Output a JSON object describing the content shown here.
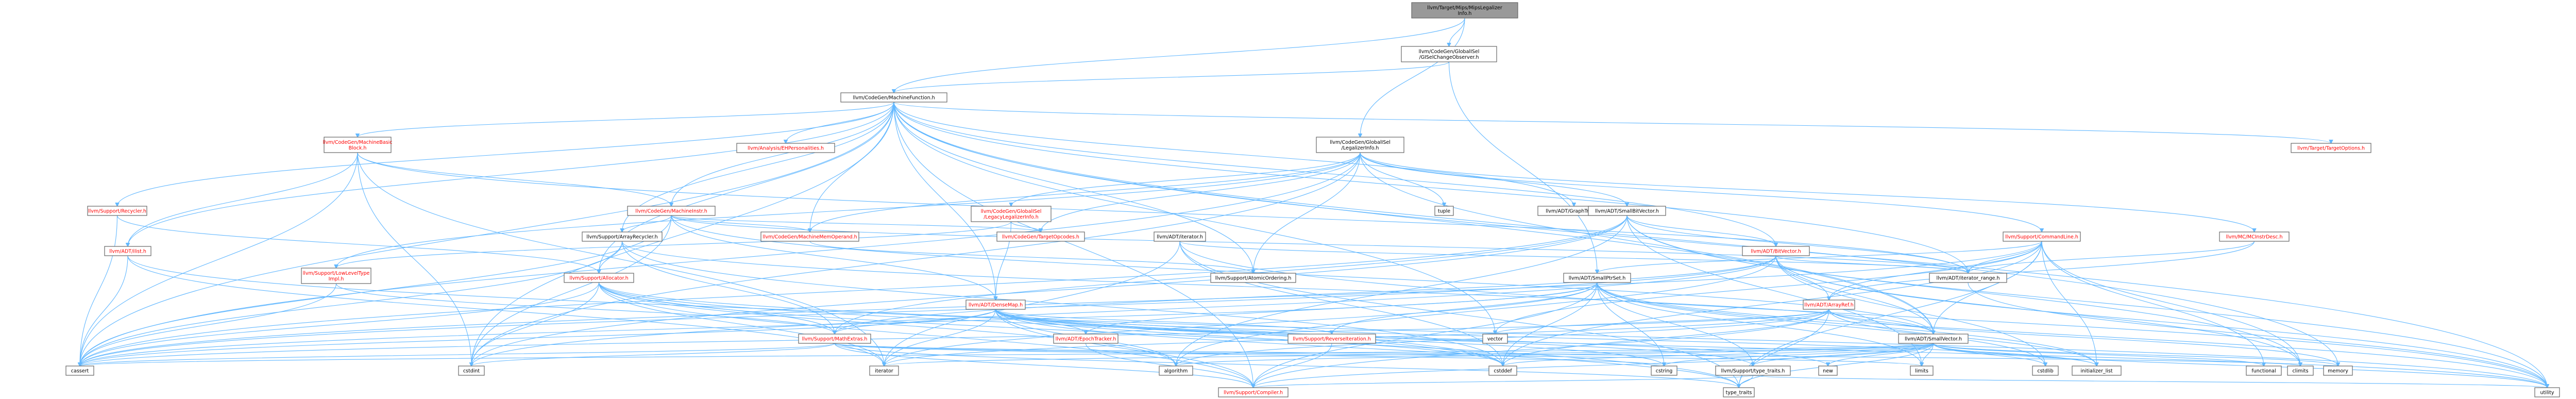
{
  "title": "llvm/Target/Mips/MipsLegalizerInfo.h include dependency graph",
  "colors": {
    "root_fill": "#999999",
    "root_stroke": "#666666",
    "node_fill": "#ffffff",
    "node_stroke": "#666666",
    "red_text": "#ff0000",
    "black_text": "#000000",
    "edge": "#63b8ff"
  },
  "nodes": [
    {
      "id": "root",
      "lines": [
        "llvm/Target/Mips/MipsLegalizer",
        "Info.h"
      ],
      "style": "root"
    },
    {
      "id": "gisel_change",
      "lines": [
        "llvm/CodeGen/GlobalISel",
        "/GISelChangeObserver.h"
      ],
      "style": "black"
    },
    {
      "id": "mfunction",
      "lines": [
        "llvm/CodeGen/MachineFunction.h"
      ],
      "style": "black"
    },
    {
      "id": "legalizer_info",
      "lines": [
        "llvm/CodeGen/GlobalISel",
        "/LegalizerInfo.h"
      ],
      "style": "black"
    },
    {
      "id": "mbb",
      "lines": [
        "llvm/CodeGen/MachineBasic",
        "Block.h"
      ],
      "style": "red"
    },
    {
      "id": "eh_personalities",
      "lines": [
        "llvm/Analysis/EHPersonalities.h"
      ],
      "style": "red"
    },
    {
      "id": "target_options",
      "lines": [
        "llvm/Target/TargetOptions.h"
      ],
      "style": "red"
    },
    {
      "id": "recycler",
      "lines": [
        "llvm/Support/Recycler.h"
      ],
      "style": "red"
    },
    {
      "id": "ilist",
      "lines": [
        "llvm/ADT/ilist.h"
      ],
      "style": "red"
    },
    {
      "id": "minstr",
      "lines": [
        "llvm/CodeGen/MachineInstr.h"
      ],
      "style": "red"
    },
    {
      "id": "legacy_legalizer",
      "lines": [
        "llvm/CodeGen/GlobalISel",
        "/LegacyLegalizerInfo.h"
      ],
      "style": "red"
    },
    {
      "id": "tuple",
      "lines": [
        "tuple"
      ],
      "style": "black"
    },
    {
      "id": "graph_traits",
      "lines": [
        "llvm/ADT/GraphTraits.h"
      ],
      "style": "black"
    },
    {
      "id": "small_bitvector",
      "lines": [
        "llvm/ADT/SmallBitVector.h"
      ],
      "style": "black"
    },
    {
      "id": "array_recycler",
      "lines": [
        "llvm/Support/ArrayRecycler.h"
      ],
      "style": "black"
    },
    {
      "id": "mmo",
      "lines": [
        "llvm/CodeGen/MachineMemOperand.h"
      ],
      "style": "red"
    },
    {
      "id": "target_opcodes",
      "lines": [
        "llvm/CodeGen/TargetOpcodes.h"
      ],
      "style": "red"
    },
    {
      "id": "iterator_h",
      "lines": [
        "llvm/ADT/iterator.h"
      ],
      "style": "black"
    },
    {
      "id": "command_line",
      "lines": [
        "llvm/Support/CommandLine.h"
      ],
      "style": "red"
    },
    {
      "id": "mc_instr_desc",
      "lines": [
        "llvm/MC/MCInstrDesc.h"
      ],
      "style": "red"
    },
    {
      "id": "bitvector",
      "lines": [
        "llvm/ADT/BitVector.h"
      ],
      "style": "red"
    },
    {
      "id": "lowlevel_type",
      "lines": [
        "llvm/Support/LowLevelType",
        "Impl.h"
      ],
      "style": "red"
    },
    {
      "id": "allocator",
      "lines": [
        "llvm/Support/Allocator.h"
      ],
      "style": "red"
    },
    {
      "id": "atomic_ordering",
      "lines": [
        "llvm/Support/AtomicOrdering.h"
      ],
      "style": "black"
    },
    {
      "id": "iterator_range",
      "lines": [
        "llvm/ADT/iterator_range.h"
      ],
      "style": "black"
    },
    {
      "id": "small_ptr_set",
      "lines": [
        "llvm/ADT/SmallPtrSet.h"
      ],
      "style": "black"
    },
    {
      "id": "dense_map",
      "lines": [
        "llvm/ADT/DenseMap.h"
      ],
      "style": "red"
    },
    {
      "id": "array_ref",
      "lines": [
        "llvm/ADT/ArrayRef.h"
      ],
      "style": "red"
    },
    {
      "id": "epoch_tracker",
      "lines": [
        "llvm/ADT/EpochTracker.h"
      ],
      "style": "red"
    },
    {
      "id": "math_extras",
      "lines": [
        "llvm/Support/MathExtras.h"
      ],
      "style": "red"
    },
    {
      "id": "reverse_iteration",
      "lines": [
        "llvm/Support/ReverseIteration.h"
      ],
      "style": "red"
    },
    {
      "id": "vector",
      "lines": [
        "vector"
      ],
      "style": "black"
    },
    {
      "id": "small_vector",
      "lines": [
        "llvm/ADT/SmallVector.h"
      ],
      "style": "black"
    },
    {
      "id": "type_traits_h",
      "lines": [
        "llvm/Support/type_traits.h"
      ],
      "style": "black"
    },
    {
      "id": "new",
      "lines": [
        "new"
      ],
      "style": "black"
    },
    {
      "id": "compiler",
      "lines": [
        "llvm/Support/Compiler.h"
      ],
      "style": "red"
    },
    {
      "id": "cassert",
      "lines": [
        "cassert"
      ],
      "style": "black"
    },
    {
      "id": "cstdint",
      "lines": [
        "cstdint"
      ],
      "style": "black"
    },
    {
      "id": "iterator",
      "lines": [
        "iterator"
      ],
      "style": "black"
    },
    {
      "id": "algorithm",
      "lines": [
        "algorithm"
      ],
      "style": "black"
    },
    {
      "id": "cstddef",
      "lines": [
        "cstddef"
      ],
      "style": "black"
    },
    {
      "id": "cstring",
      "lines": [
        "cstring"
      ],
      "style": "black"
    },
    {
      "id": "limits",
      "lines": [
        "limits"
      ],
      "style": "black"
    },
    {
      "id": "cstdlib",
      "lines": [
        "cstdlib"
      ],
      "style": "black"
    },
    {
      "id": "initializer_list",
      "lines": [
        "initializer_list"
      ],
      "style": "black"
    },
    {
      "id": "functional",
      "lines": [
        "functional"
      ],
      "style": "black"
    },
    {
      "id": "climits",
      "lines": [
        "climits"
      ],
      "style": "black"
    },
    {
      "id": "memory",
      "lines": [
        "memory"
      ],
      "style": "black"
    },
    {
      "id": "utility",
      "lines": [
        "utility"
      ],
      "style": "black"
    },
    {
      "id": "type_traits",
      "lines": [
        "type_traits"
      ],
      "style": "black"
    }
  ]
}
